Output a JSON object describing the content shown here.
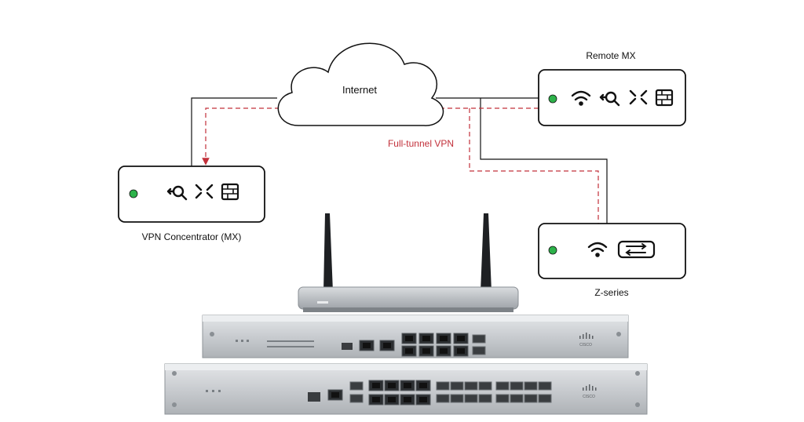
{
  "labels": {
    "internet": "Internet",
    "vpn": "Full-tunnel VPN",
    "remote_mx": "Remote MX",
    "vpn_concentrator": "VPN Concentrator (MX)",
    "z_series": "Z-series"
  },
  "colors": {
    "line": "#111111",
    "vpn_dashed": "#c2303a",
    "status_led": "#2db24a",
    "hardware_silver": "#c9ccd0"
  },
  "devices": {
    "vpn_concentrator_icons": [
      "vpn-shield-icon",
      "routing-arrows-icon",
      "firewall-icon"
    ],
    "remote_mx_icons": [
      "wifi-icon",
      "vpn-shield-icon",
      "routing-arrows-icon",
      "firewall-icon"
    ],
    "z_series_icons": [
      "wifi-icon",
      "switch-icon"
    ]
  },
  "hardware": {
    "brand": "cisco"
  }
}
